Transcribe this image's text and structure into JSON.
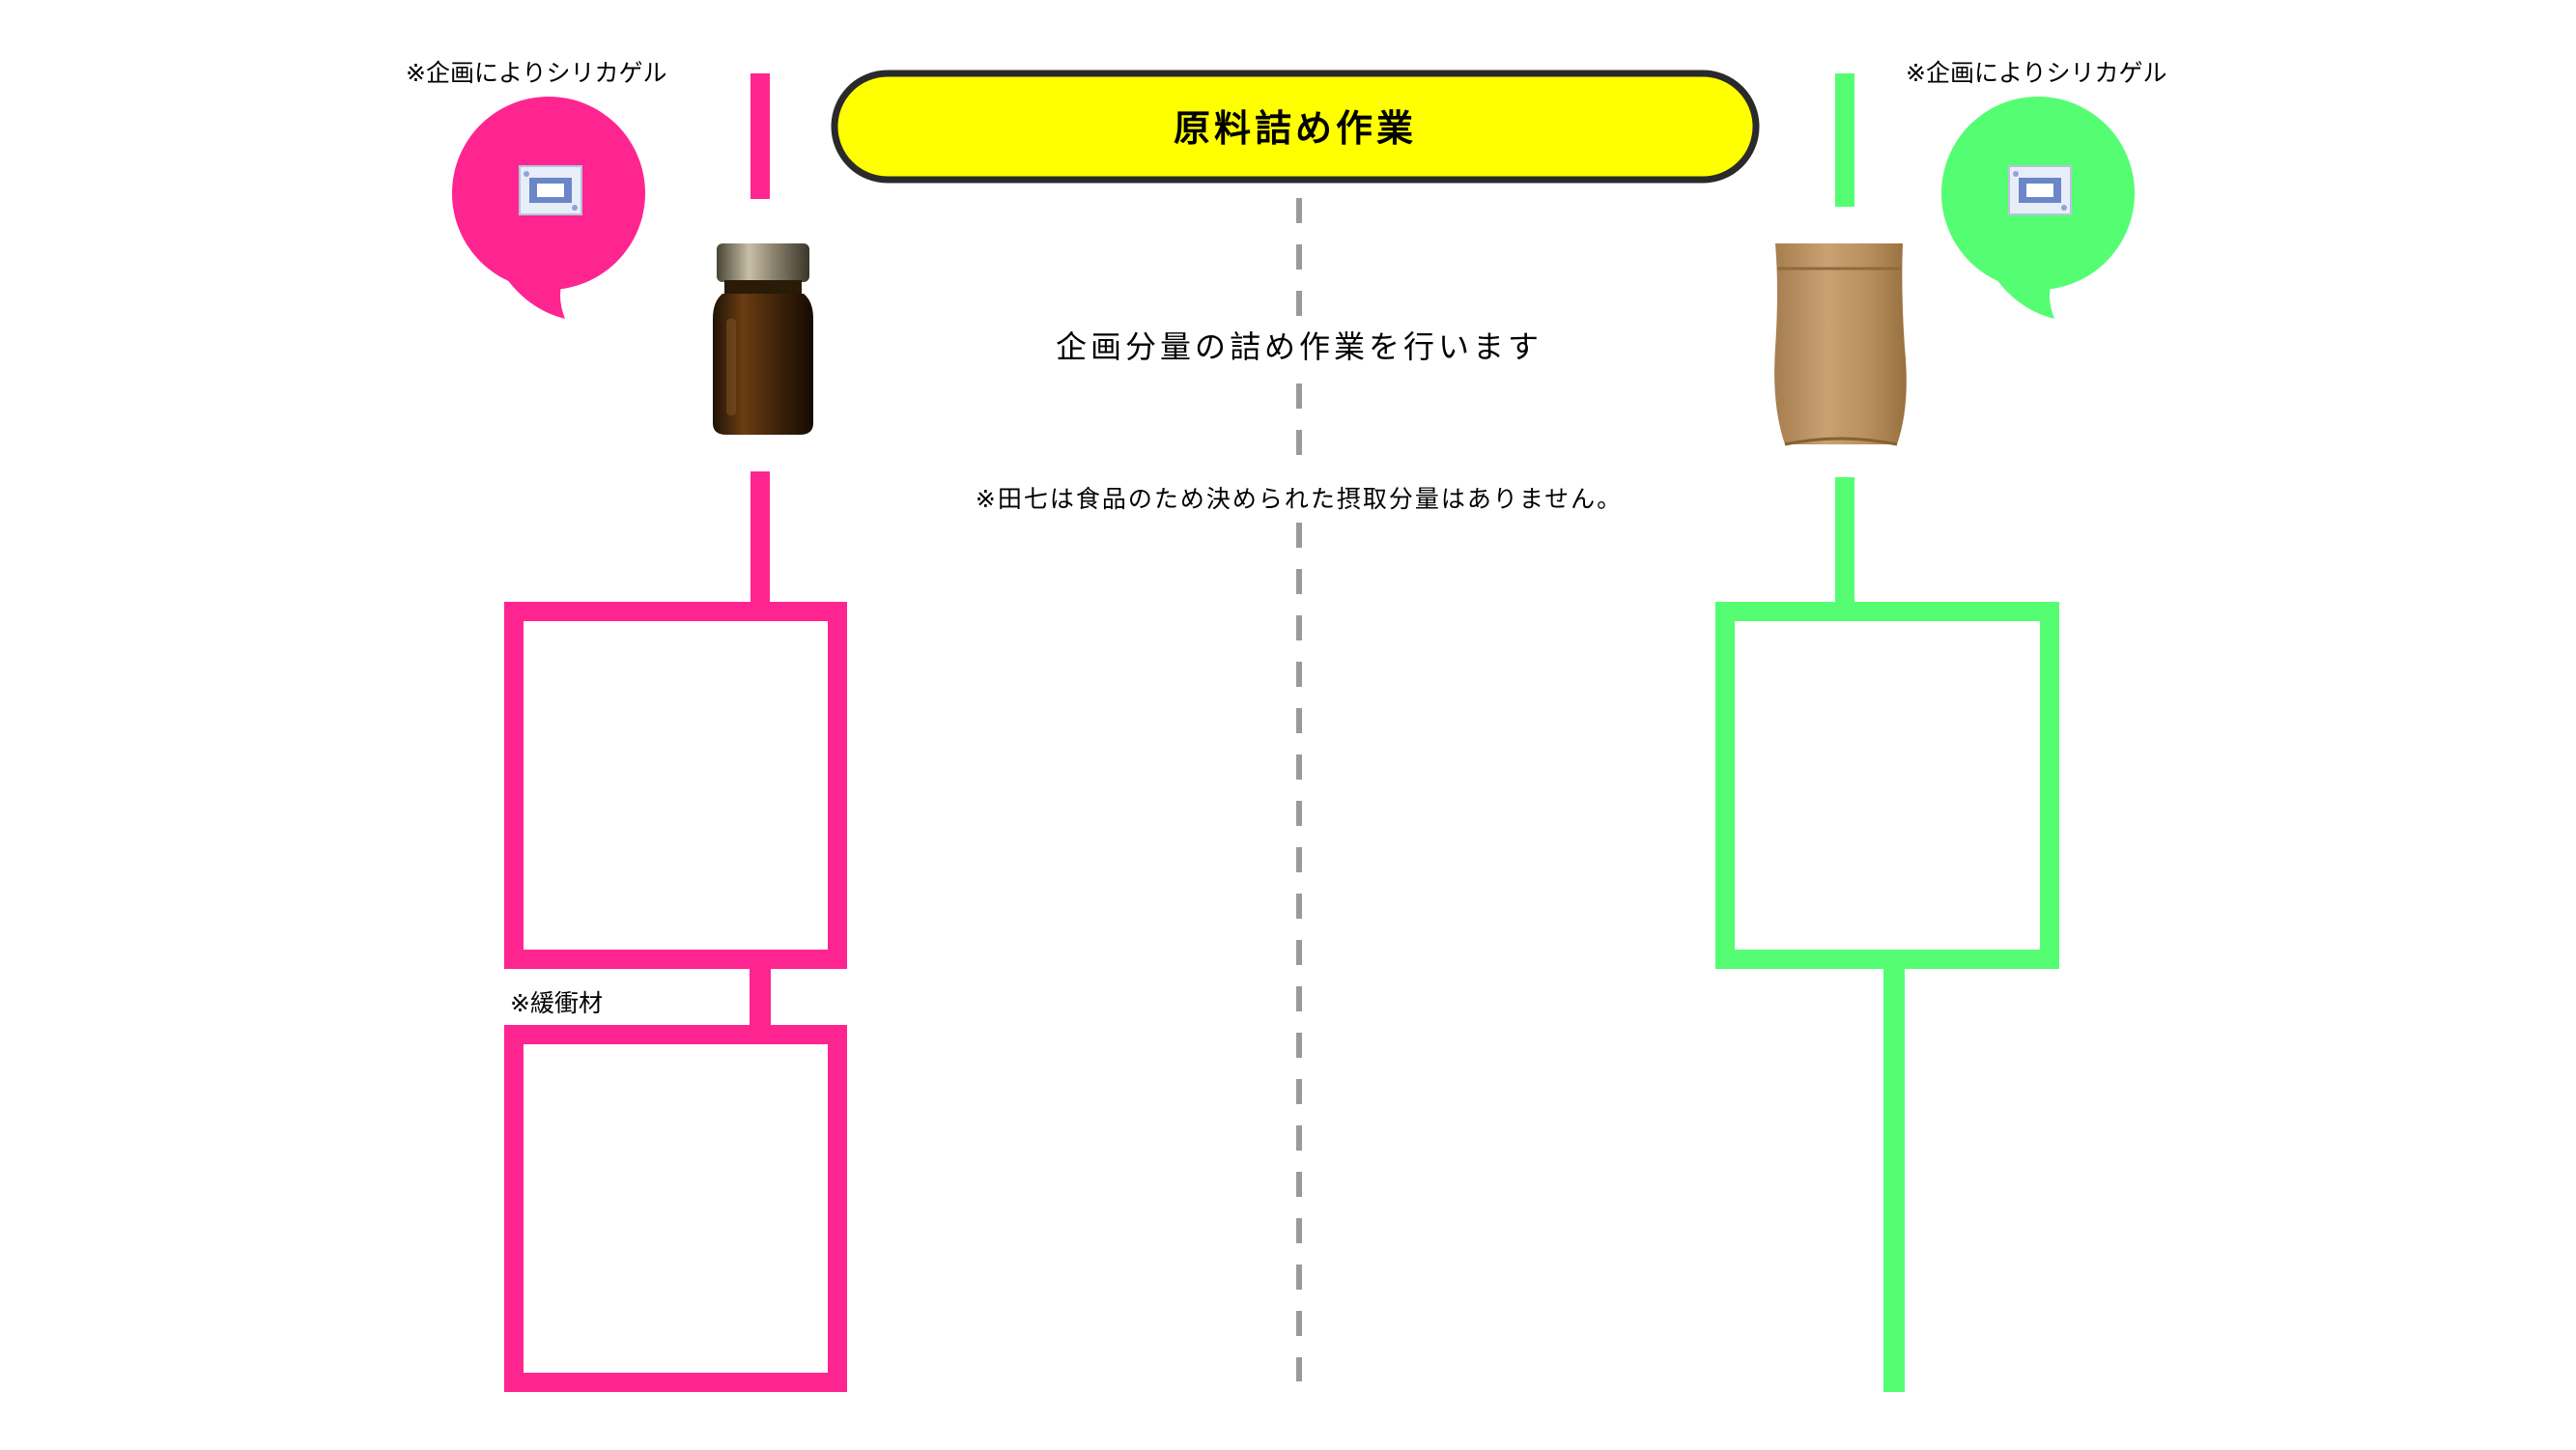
{
  "title": "原料詰め作業",
  "main_text": "企画分量の詰め作業を行います",
  "note_text": "※田七は食品のため決められた摂取分量はありません。",
  "left": {
    "silica_note": "※企画によりシリカゲル",
    "cushion_note": "※緩衝材",
    "bubble_icon": "silica-gel-packet-icon",
    "container_icon": "amber-bottle-icon"
  },
  "right": {
    "silica_note": "※企画によりシリカゲル",
    "bubble_icon": "silica-gel-packet-icon",
    "container_icon": "kraft-pouch-icon"
  },
  "colors": {
    "left_accent": "#ff2590",
    "right_accent": "#55fd73",
    "title_fill": "#ffff00",
    "title_border": "#2a2a2a",
    "divider": "#9a9a9a"
  }
}
